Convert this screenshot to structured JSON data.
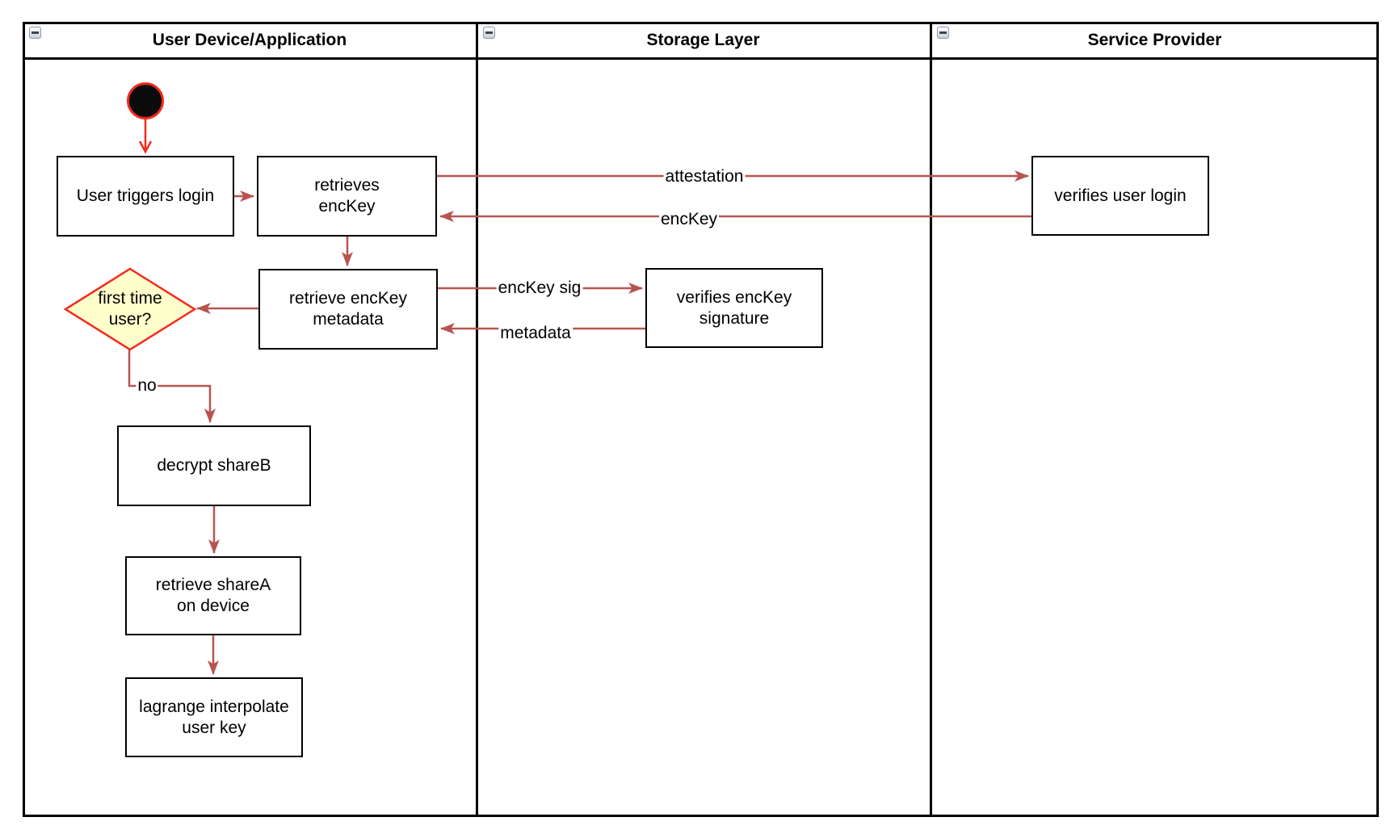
{
  "diagram": {
    "lanes": [
      {
        "title": "User Device/Application"
      },
      {
        "title": "Storage Layer"
      },
      {
        "title": "Service Provider"
      }
    ]
  },
  "nodes": {
    "user_triggers_login": {
      "label": "User triggers login"
    },
    "retrieves_enckey": {
      "label": "retrieves\nencKey"
    },
    "retrieve_enckey_metadata": {
      "label": "retrieve encKey\nmetadata"
    },
    "first_time_user": {
      "label": "first time\nuser?"
    },
    "decrypt_shareb": {
      "label": "decrypt shareB"
    },
    "retrieve_sharea_on_device": {
      "label": "retrieve shareA\non device"
    },
    "lagrange_interpolate_user_key": {
      "label": "lagrange interpolate\nuser key"
    },
    "verifies_enckey_signature": {
      "label": "verifies encKey\nsignature"
    },
    "verifies_user_login": {
      "label": "verifies user login"
    }
  },
  "edge_labels": {
    "attestation": "attestation",
    "enckey": "encKey",
    "enckey_sig": "encKey sig",
    "metadata": "metadata",
    "no": "no"
  },
  "colors": {
    "accent_red": "#f5291c",
    "arrow_red": "#b85450",
    "decision_fill": "#ffffcc",
    "shape_border": "#000000"
  }
}
